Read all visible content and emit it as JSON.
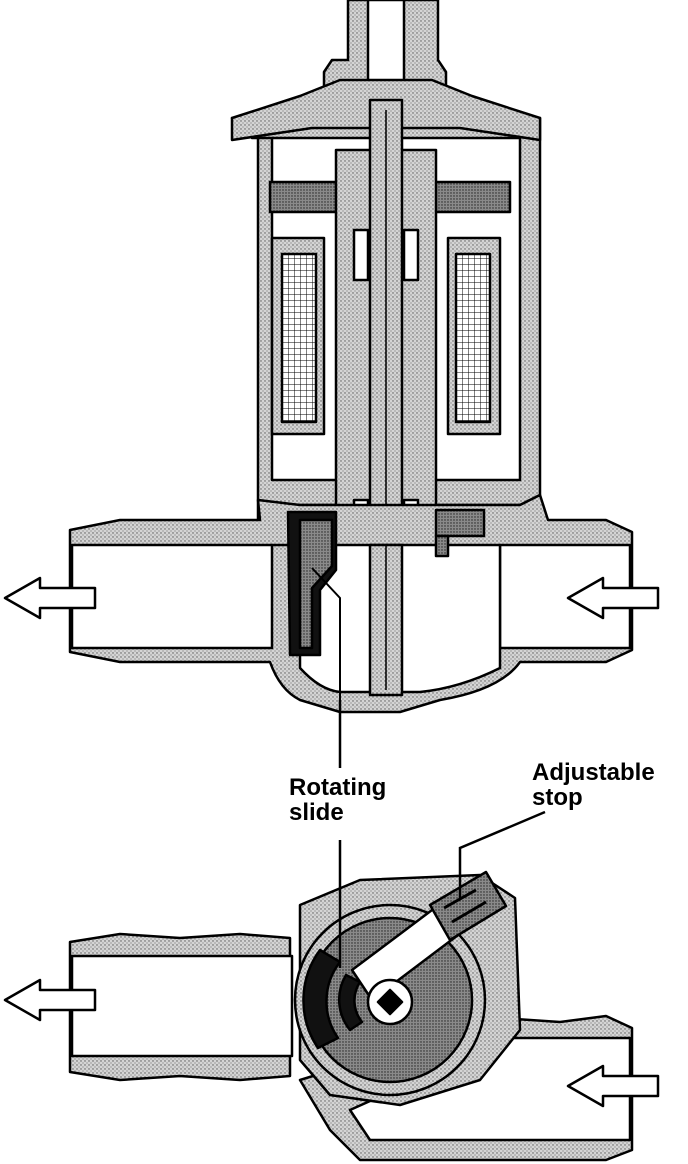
{
  "labels": {
    "rotating_slide": {
      "line1": "Rotating",
      "line2": "slide"
    },
    "adjustable_stop": {
      "line1": "Adjustable",
      "line2": "stop"
    }
  },
  "colors": {
    "ink": "#000000",
    "paper": "#ffffff",
    "stipple_light": "#c9c9c9",
    "stipple_mid": "#9a9a9a",
    "stipple_dark": "#5a5a5a"
  },
  "icons": {
    "outlet_arrow": "arrow-left-icon",
    "inlet_arrow": "arrow-left-icon"
  }
}
